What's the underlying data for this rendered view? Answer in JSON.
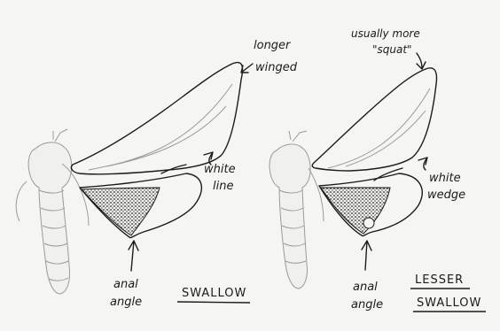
{
  "left_moth": {
    "annotation_wing": [
      "longer",
      "winged"
    ],
    "annotation_line": [
      "white",
      "line"
    ],
    "annotation_angle": [
      "anal",
      "angle"
    ],
    "species": [
      "SWALLOW"
    ]
  },
  "right_moth": {
    "annotation_wing": [
      "usually more",
      "\"squat\""
    ],
    "annotation_line": [
      "white",
      "wedge"
    ],
    "annotation_angle": [
      "anal",
      "angle"
    ],
    "species": [
      "LESSER",
      "SWALLOW"
    ]
  },
  "colors": {
    "ink": "#1c1c1c",
    "pencil": "#9a9a9a",
    "paper": "#f5f5f3",
    "stipple": "#222222"
  }
}
